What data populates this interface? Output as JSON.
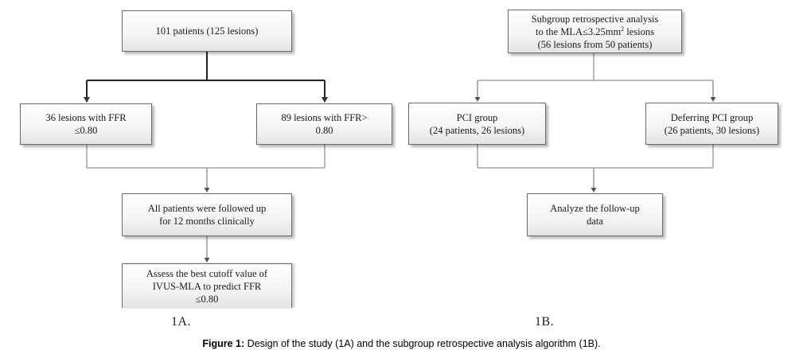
{
  "panel_a": {
    "label": "1A.",
    "start": "101 patients (125 lesions)",
    "left_branch": [
      "36 lesions with FFR",
      "≤0.80"
    ],
    "right_branch": [
      "89 lesions with FFR>",
      "0.80"
    ],
    "followup": [
      "All patients were followed up",
      "for 12 months clinically"
    ],
    "assess": [
      "Assess the best cutoff value of",
      "IVUS-MLA to predict FFR",
      "≤0.80"
    ]
  },
  "panel_b": {
    "label": "1B.",
    "start": {
      "line1": "Subgroup retrospective analysis",
      "line2_prefix": "to the MLA≤3.25mm",
      "line2_sup": "2",
      "line2_suffix": " lesions",
      "line3": "(56 lesions from 50 patients)"
    },
    "pci": [
      "PCI group",
      "(24 patients, 26 lesions)"
    ],
    "deferring": [
      "Deferring PCI group",
      "(26 patients, 30 lesions)"
    ],
    "analyze": [
      "Analyze the follow-up",
      "data"
    ]
  },
  "caption": {
    "prefix": "Figure 1:",
    "text": " Design of the study (1A) and the subgroup retrospective analysis algorithm (1B)."
  }
}
